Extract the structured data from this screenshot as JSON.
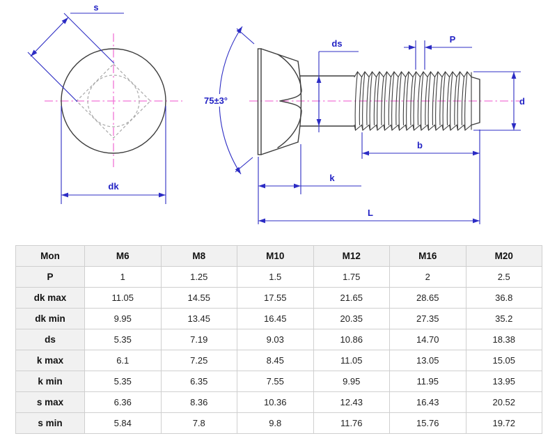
{
  "drawing": {
    "labels": {
      "s": "s",
      "dk": "dk",
      "angle": "75±3°",
      "ds": "ds",
      "k": "k",
      "L": "L",
      "P": "P",
      "b": "b",
      "d": "d"
    },
    "colors": {
      "dimension_blue": "#2c2cc4",
      "centerline_pink": "#f273d6",
      "outline_dark": "#3c3c3c",
      "hidden_gray": "#a8a8a8"
    }
  },
  "table": {
    "headers": [
      "Mon",
      "M6",
      "M8",
      "M10",
      "M12",
      "M16",
      "M20"
    ],
    "rows": [
      {
        "label": "P",
        "values": [
          "1",
          "1.25",
          "1.5",
          "1.75",
          "2",
          "2.5"
        ]
      },
      {
        "label": "dk max",
        "values": [
          "11.05",
          "14.55",
          "17.55",
          "21.65",
          "28.65",
          "36.8"
        ]
      },
      {
        "label": "dk min",
        "values": [
          "9.95",
          "13.45",
          "16.45",
          "20.35",
          "27.35",
          "35.2"
        ]
      },
      {
        "label": "ds",
        "values": [
          "5.35",
          "7.19",
          "9.03",
          "10.86",
          "14.70",
          "18.38"
        ]
      },
      {
        "label": "k max",
        "values": [
          "6.1",
          "7.25",
          "8.45",
          "11.05",
          "13.05",
          "15.05"
        ]
      },
      {
        "label": "k min",
        "values": [
          "5.35",
          "6.35",
          "7.55",
          "9.95",
          "11.95",
          "13.95"
        ]
      },
      {
        "label": "s max",
        "values": [
          "6.36",
          "8.36",
          "10.36",
          "12.43",
          "16.43",
          "20.52"
        ]
      },
      {
        "label": "s min",
        "values": [
          "5.84",
          "7.8",
          "9.8",
          "11.76",
          "15.76",
          "19.72"
        ]
      }
    ]
  }
}
